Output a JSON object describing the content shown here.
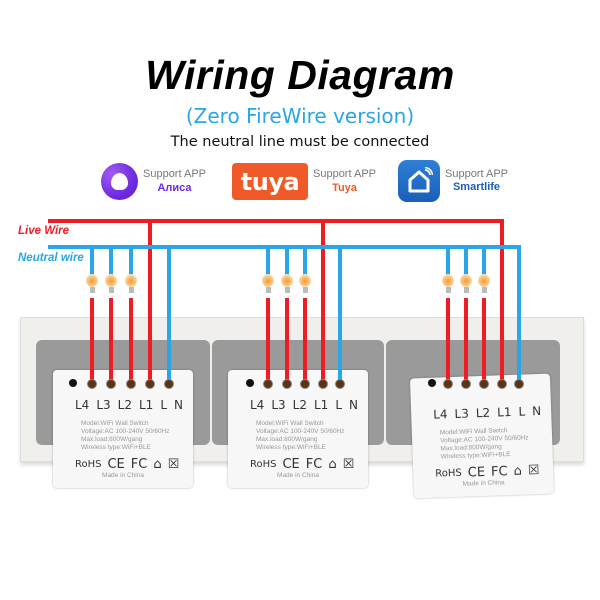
{
  "header": {
    "title": "Wiring Diagram",
    "subtitle": "(Zero FireWire version)",
    "note": "The neutral line must be connected"
  },
  "apps": [
    {
      "support": "Support APP",
      "name": "Алиса",
      "icon": "alice-icon",
      "color": "#6b2be0"
    },
    {
      "logo": "tuya",
      "support": "Support APP",
      "name": "Tuya",
      "icon": "tuya-icon",
      "color": "#f05a28"
    },
    {
      "support": "Support APP",
      "name": "Smartlife",
      "icon": "smartlife-house-icon",
      "color": "#1d5fb5"
    }
  ],
  "legend": {
    "live": {
      "label": "Live Wire",
      "color": "#ee1c25"
    },
    "neutral": {
      "label": "Neutral wire",
      "color": "#29a6e6"
    }
  },
  "switches": [
    {
      "terminals": [
        "L4",
        "L3",
        "L2",
        "L1",
        "L",
        "N"
      ],
      "model": "Model:WiFi Wall Switch",
      "voltage": "Voltage:AC 100-240V 50/60Hz",
      "max_load": "Max.load:800W/gang",
      "wireless": "Wireless type:WiFi+BLE",
      "certs": [
        "RoHS",
        "CE",
        "FC",
        "⌂",
        "☒"
      ],
      "made_in": "Made in China"
    },
    {
      "terminals": [
        "L4",
        "L3",
        "L2",
        "L1",
        "L",
        "N"
      ],
      "model": "Model:WiFi Wall Switch",
      "voltage": "Voltage:AC 100-240V 50/60Hz",
      "max_load": "Max.load:800W/gang",
      "wireless": "Wireless type:WiFi+BLE",
      "certs": [
        "RoHS",
        "CE",
        "FC",
        "⌂",
        "☒"
      ],
      "made_in": "Made in China"
    },
    {
      "terminals": [
        "L4",
        "L3",
        "L2",
        "L1",
        "L",
        "N"
      ],
      "model": "Model:WiFi Wall Switch",
      "voltage": "Voltage:AC 100-240V 50/60Hz",
      "max_load": "Max.load:800W/gang",
      "wireless": "Wireless type:WiFi+BLE",
      "certs": [
        "RoHS",
        "CE",
        "FC",
        "⌂",
        "☒"
      ],
      "made_in": "Made in China"
    }
  ],
  "bulbs_per_switch": 3
}
